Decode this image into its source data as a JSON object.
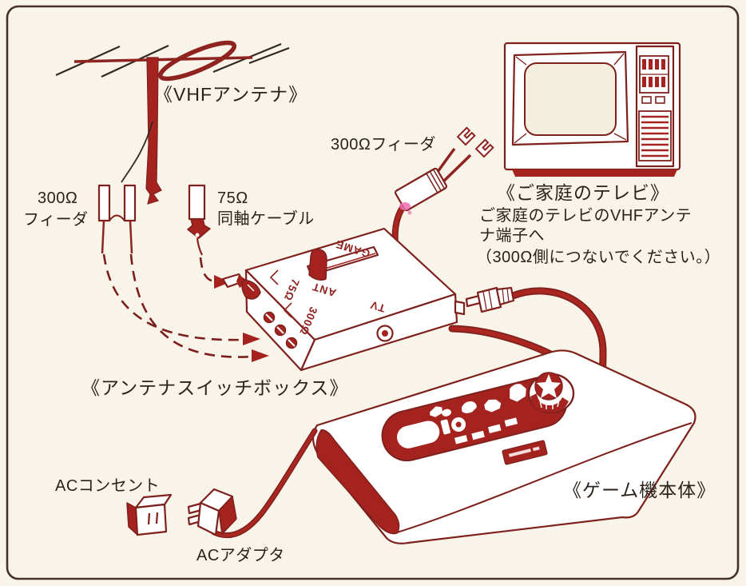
{
  "colors": {
    "background": "#f8f4e9",
    "ink": "#2b221c",
    "line_red": "#7e201c",
    "fill_red": "#a5231f",
    "highlight_pink": "#ec6fb2"
  },
  "antenna": {
    "title": "《VHFアンテナ》"
  },
  "feeder_300": {
    "value": "300Ω",
    "name": "フィーダ"
  },
  "coax_75": {
    "value": "75Ω",
    "name": "同軸ケーブル"
  },
  "tv_feeder_300": {
    "title": "300Ωフィーダ"
  },
  "tv": {
    "title": "《ご家庭のテレビ》",
    "note1": "ご家庭のテレビのVHFアンテ",
    "note2": "ナ端子へ",
    "note3": "（300Ω側につないでください。）"
  },
  "switch_box": {
    "title": "《アンテナスイッチボックス》",
    "game": "GAME",
    "ant": "ANT",
    "tv": "TV",
    "ohm75": "75Ω",
    "ohm300": "300Ω"
  },
  "console": {
    "title": "《ゲーム機本体》"
  },
  "power": {
    "outlet": "ACコンセント",
    "adapter": "ACアダプタ"
  }
}
